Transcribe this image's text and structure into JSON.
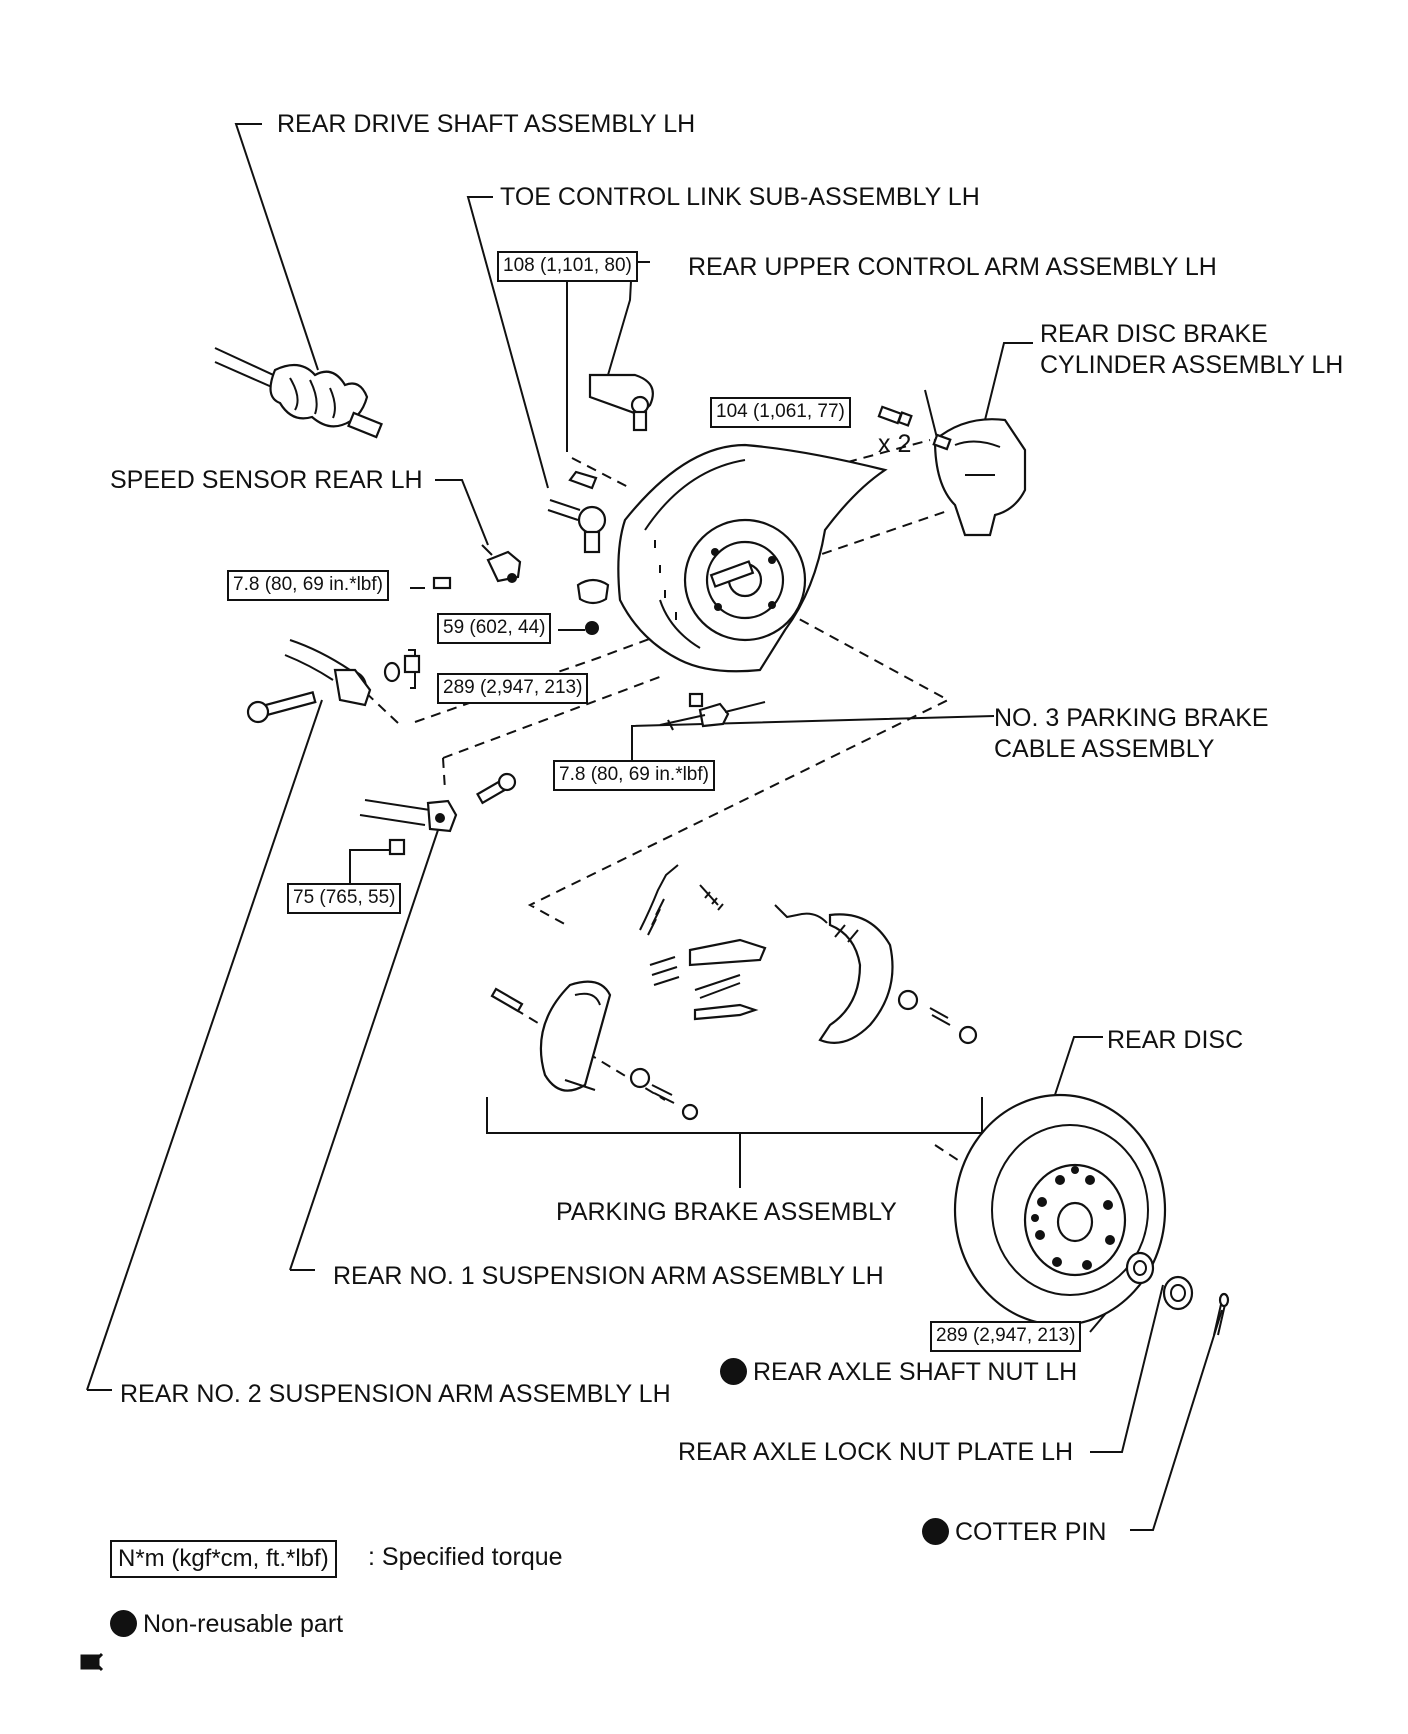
{
  "labels": {
    "rear_drive_shaft": "REAR DRIVE SHAFT ASSEMBLY LH",
    "toe_control_link": "TOE CONTROL LINK SUB-ASSEMBLY LH",
    "rear_upper_control_arm": "REAR UPPER CONTROL ARM ASSEMBLY LH",
    "rear_disc_brake_cylinder_line1": "REAR DISC BRAKE",
    "rear_disc_brake_cylinder_line2": "CYLINDER ASSEMBLY LH",
    "speed_sensor": "SPEED SENSOR REAR LH",
    "parking_brake_cable_line1": "NO. 3 PARKING BRAKE",
    "parking_brake_cable_line2": "CABLE ASSEMBLY",
    "rear_disc": "REAR DISC",
    "parking_brake_assembly": "PARKING BRAKE ASSEMBLY",
    "rear_no1_suspension_arm": "REAR NO. 1 SUSPENSION ARM ASSEMBLY LH",
    "rear_no2_suspension_arm": "REAR NO. 2 SUSPENSION ARM ASSEMBLY LH",
    "rear_axle_shaft_nut": "REAR AXLE SHAFT NUT LH",
    "rear_axle_lock_nut_plate": "REAR AXLE LOCK NUT PLATE LH",
    "cotter_pin": "COTTER PIN",
    "bolt_count": "x 2"
  },
  "torques": {
    "upper_arm": "108 (1,101, 80)",
    "caliper": "104 (1,061, 77)",
    "speed_sensor": "7.8 (80, 69 in.*lbf)",
    "toe_link_nut": "59 (602, 44)",
    "no2_arm_nut": "289 (2,947, 213)",
    "cable_bolt": "7.8 (80, 69 in.*lbf)",
    "no1_arm_nut": "75 (765, 55)",
    "axle_nut": "289 (2,947, 213)"
  },
  "legend": {
    "torque_unit": "N*m (kgf*cm, ft.*lbf)",
    "torque_desc": ": Specified torque",
    "nonreusable_desc": "Non-reusable part"
  }
}
